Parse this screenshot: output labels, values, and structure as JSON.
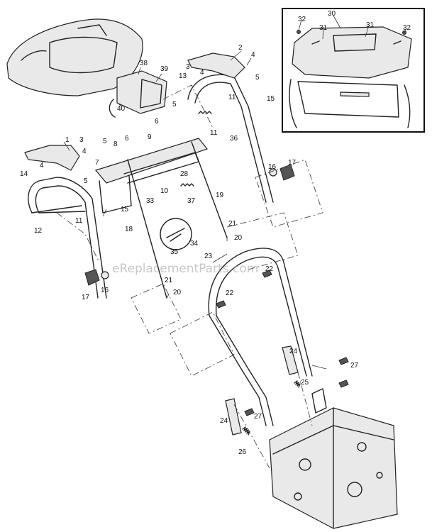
{
  "watermark": "eReplacementParts.com",
  "inset_callouts": [
    "32",
    "30",
    "31",
    "31",
    "32"
  ],
  "callouts": [
    "38",
    "39",
    "40",
    "2",
    "4",
    "3",
    "4",
    "13",
    "5",
    "11",
    "15",
    "5",
    "6",
    "9",
    "11",
    "36",
    "1",
    "3",
    "4",
    "5",
    "8",
    "6",
    "7",
    "4",
    "5",
    "28",
    "14",
    "10",
    "37",
    "16",
    "17",
    "19",
    "15",
    "33",
    "12",
    "11",
    "21",
    "20",
    "18",
    "34",
    "35",
    "23",
    "22",
    "17",
    "16",
    "21",
    "20",
    "22",
    "24",
    "27",
    "25",
    "27",
    "24",
    "26"
  ]
}
